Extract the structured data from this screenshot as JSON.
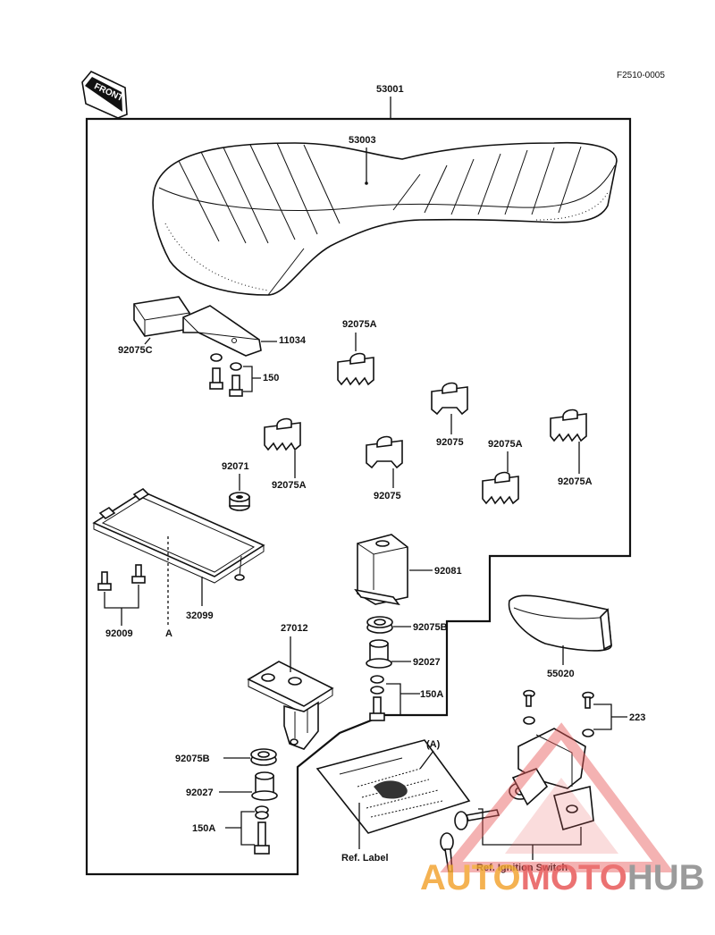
{
  "diagram_code": "F2510-0005",
  "front_arrow": "FRONT",
  "assembly_ref": "53001",
  "parts": {
    "seat_cover": "53003",
    "pad_92075C": "92075C",
    "bracket_11034": "11034",
    "bolts_150": "150",
    "damper_92075A_1": "92075A",
    "damper_92075A_2": "92075A",
    "damper_92075A_3": "92075A",
    "damper_92075A_4": "92075A",
    "damper_92075_1": "92075",
    "damper_92075_2": "92075",
    "grommet_92071": "92071",
    "tray_32099": "32099",
    "bolts_92009": "92009",
    "ref_A_under_tray": "A",
    "cover_92081": "92081",
    "grommet_92075B_1": "92075B",
    "collar_92027_1": "92027",
    "bolts_150A_1": "150A",
    "cover_55020": "55020",
    "bracket_27012": "27012",
    "screws_223": "223",
    "grommet_92075B_2": "92075B",
    "collar_92027_2": "92027",
    "bolts_150A_2": "150A",
    "ref_A_label": "(A)",
    "ref_label": "Ref. Label",
    "ref_ignition": "Ref. Ignition Switch"
  },
  "watermark": {
    "part1": "AUTO",
    "part2": "MOTO",
    "part3": "HUB",
    "color_orange": "#f3a534",
    "color_red": "#e85a5a",
    "color_gray": "#8a8a8a"
  }
}
